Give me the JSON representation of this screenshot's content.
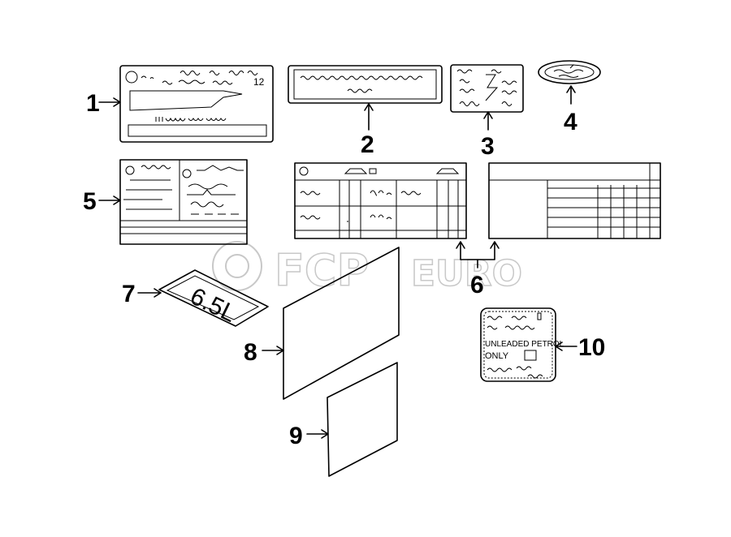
{
  "watermark": {
    "brand_main": "FCP",
    "brand_sub": "EURO"
  },
  "callouts": {
    "c1": "1",
    "c2": "2",
    "c3": "3",
    "c4": "4",
    "c5": "5",
    "c6": "6",
    "c7": "7",
    "c8": "8",
    "c9": "9",
    "c10": "10"
  },
  "labels": {
    "p1_number": "12",
    "p7_badge": "6.5L",
    "p10_line1": "UNLEADED PETROL",
    "p10_line2": "ONLY"
  }
}
